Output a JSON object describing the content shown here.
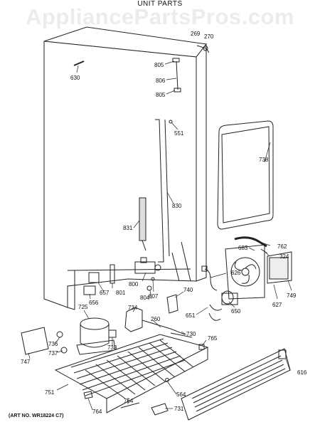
{
  "watermark": "AppliancePartsPros.com",
  "title": "UNIT PARTS",
  "art_no": "(ART NO. WR18224 C7)",
  "labels": {
    "l269": "269",
    "l270": "270",
    "l630": "630",
    "l805a": "805",
    "l806": "806",
    "l805b": "805",
    "l551": "551",
    "l738": "738",
    "l830": "830",
    "l831": "831",
    "l762": "762",
    "l683": "683",
    "l324": "324",
    "l626": "626",
    "l800": "800",
    "l801": "801",
    "l657": "657",
    "l656": "656",
    "l807": "807",
    "l804": "804",
    "l740": "740",
    "l627": "627",
    "l749": "749",
    "l650": "650",
    "l651": "651",
    "l725": "725",
    "l734": "734",
    "l260": "260",
    "l730": "730",
    "l765": "765",
    "l736": "736",
    "l737": "737",
    "l747": "747",
    "l733": "733",
    "l616": "616",
    "l751": "751",
    "l754": "754",
    "l564": "564",
    "l764": "764",
    "l731": "731"
  }
}
